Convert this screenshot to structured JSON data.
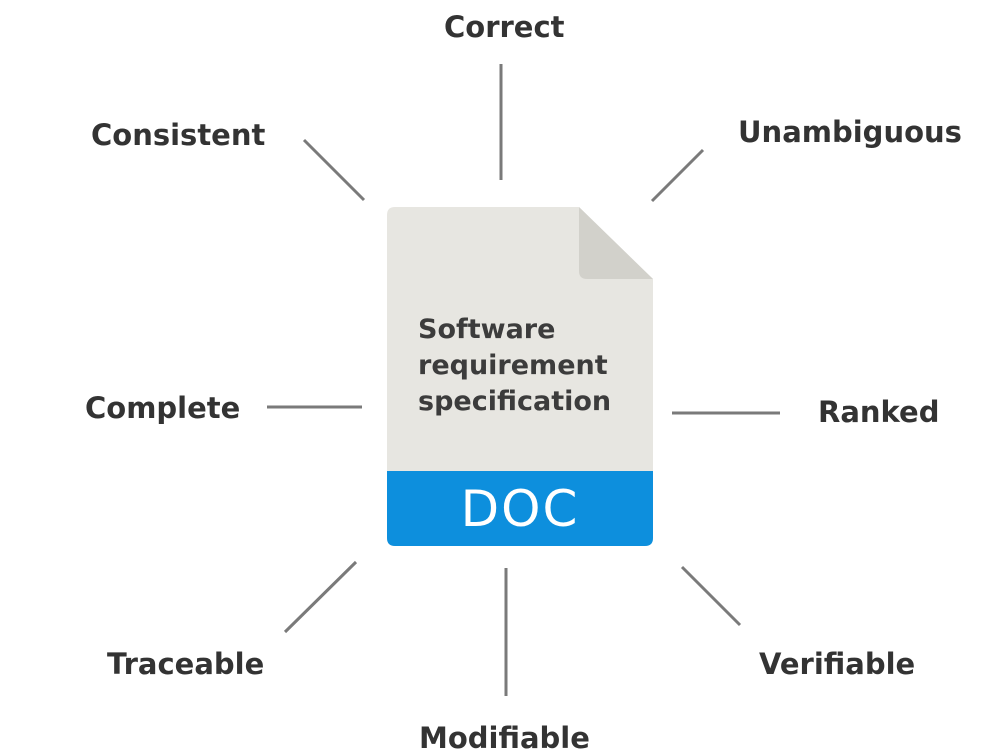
{
  "document": {
    "title_lines": [
      "Software",
      "requirement",
      "specification"
    ],
    "badge": "DOC",
    "colors": {
      "body": "#e7e6e1",
      "fold": "#d2d1cb",
      "badge": "#0d8fdd"
    }
  },
  "attributes": {
    "correct": "Correct",
    "unambiguous": "Unambiguous",
    "consistent": "Consistent",
    "complete": "Complete",
    "ranked": "Ranked",
    "traceable": "Traceable",
    "verifiable": "Verifiable",
    "modifiable": "Modifiable"
  },
  "colors": {
    "connector": "#7a7a7a",
    "label_text": "#333333"
  }
}
